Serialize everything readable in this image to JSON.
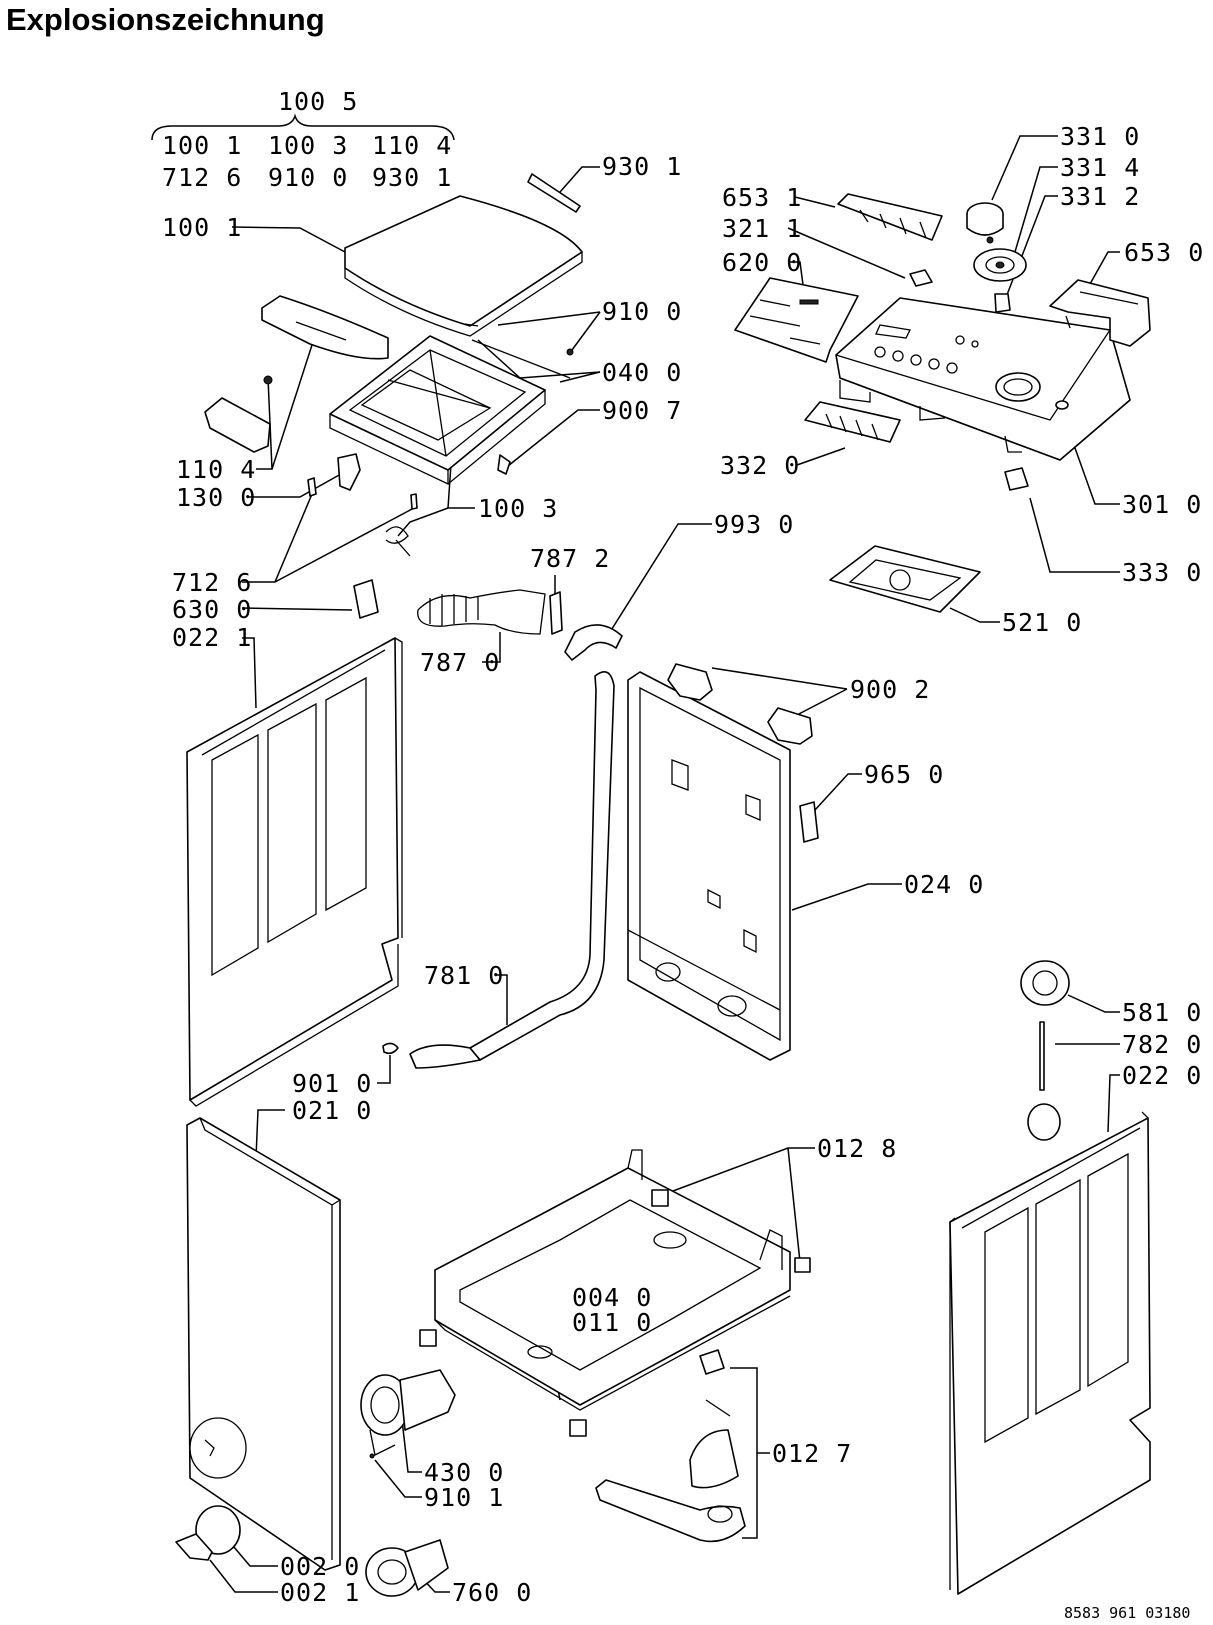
{
  "title": "Explosionszeichnung",
  "footer_code": "8583 961 03180",
  "callouts": [
    {
      "id": "c01",
      "text": "100 5"
    },
    {
      "id": "c02",
      "text": "100 1"
    },
    {
      "id": "c03",
      "text": "100 3"
    },
    {
      "id": "c04",
      "text": "110 4"
    },
    {
      "id": "c05",
      "text": "712 6"
    },
    {
      "id": "c06",
      "text": "910 0"
    },
    {
      "id": "c07",
      "text": "930 1"
    },
    {
      "id": "c08",
      "text": "930 1"
    },
    {
      "id": "c09",
      "text": "100 1"
    },
    {
      "id": "c10",
      "text": "910 0"
    },
    {
      "id": "c11",
      "text": "040 0"
    },
    {
      "id": "c12",
      "text": "900 7"
    },
    {
      "id": "c13",
      "text": "110 4"
    },
    {
      "id": "c14",
      "text": "130 0"
    },
    {
      "id": "c15",
      "text": "100 3"
    },
    {
      "id": "c16",
      "text": "712 6"
    },
    {
      "id": "c17",
      "text": "630 0"
    },
    {
      "id": "c18",
      "text": "022 1"
    },
    {
      "id": "c19",
      "text": "787 2"
    },
    {
      "id": "c20",
      "text": "787 0"
    },
    {
      "id": "c21",
      "text": "993 0"
    },
    {
      "id": "c22",
      "text": "653 1"
    },
    {
      "id": "c23",
      "text": "321 1"
    },
    {
      "id": "c24",
      "text": "620 0"
    },
    {
      "id": "c25",
      "text": "331 0"
    },
    {
      "id": "c26",
      "text": "331 4"
    },
    {
      "id": "c27",
      "text": "331 2"
    },
    {
      "id": "c28",
      "text": "653 0"
    },
    {
      "id": "c29",
      "text": "332 0"
    },
    {
      "id": "c30",
      "text": "301 0"
    },
    {
      "id": "c31",
      "text": "333 0"
    },
    {
      "id": "c32",
      "text": "521 0"
    },
    {
      "id": "c33",
      "text": "900 2"
    },
    {
      "id": "c34",
      "text": "965 0"
    },
    {
      "id": "c35",
      "text": "024 0"
    },
    {
      "id": "c36",
      "text": "781 0"
    },
    {
      "id": "c37",
      "text": "901 0"
    },
    {
      "id": "c38",
      "text": "021 0"
    },
    {
      "id": "c39",
      "text": "581 0"
    },
    {
      "id": "c40",
      "text": "782 0"
    },
    {
      "id": "c41",
      "text": "022 0"
    },
    {
      "id": "c42",
      "text": "012 8"
    },
    {
      "id": "c43",
      "text": "004 0"
    },
    {
      "id": "c44",
      "text": "011 0"
    },
    {
      "id": "c45",
      "text": "430 0"
    },
    {
      "id": "c46",
      "text": "910 1"
    },
    {
      "id": "c47",
      "text": "012 7"
    },
    {
      "id": "c48",
      "text": "002 0"
    },
    {
      "id": "c49",
      "text": "002 1"
    },
    {
      "id": "c50",
      "text": "760 0"
    }
  ]
}
